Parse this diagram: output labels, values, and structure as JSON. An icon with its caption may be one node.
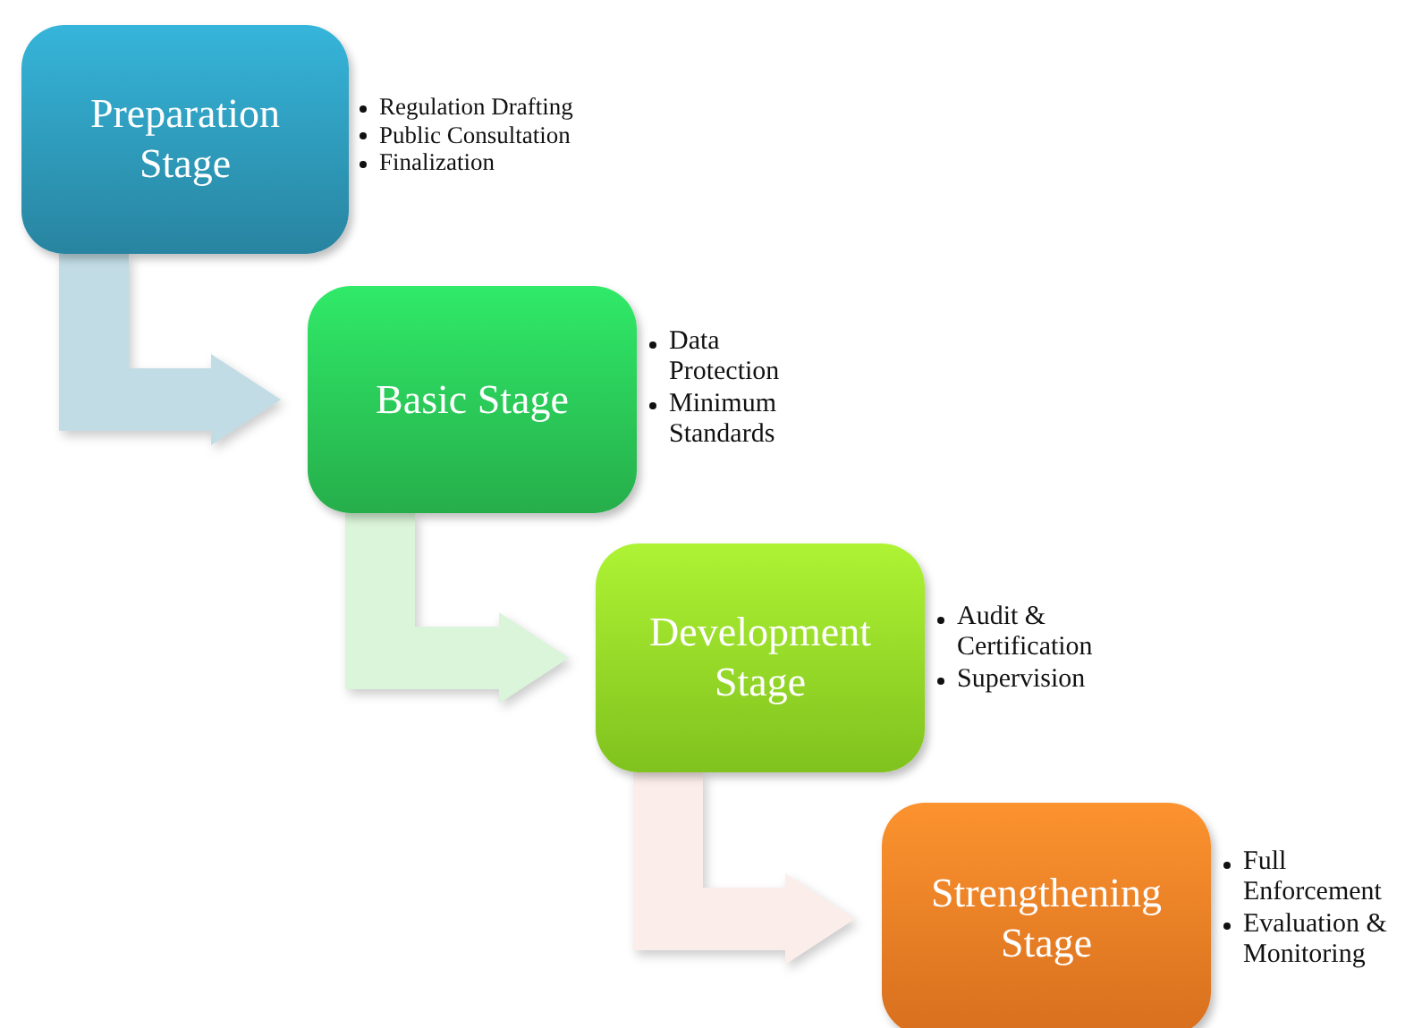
{
  "diagram": {
    "nodes": [
      {
        "text": [
          "Preparation Stage"
        ],
        "beside": [
          "Regulation Drafting",
          "Public Consultation",
          "Finalization"
        ]
      },
      {
        "text": [
          "Basic Stage"
        ],
        "beside": [
          "Data Protection",
          "Minimum Standards"
        ]
      },
      {
        "text": [
          "Development Stage"
        ],
        "beside": [
          "Audit & Certification",
          "Supervision"
        ]
      },
      {
        "text": [
          "Strengthening Stage"
        ],
        "beside": [
          "Full Enforcement",
          "Evaluation & Monitoring"
        ]
      }
    ],
    "edges": [
      {
        "from": 0,
        "to": 1,
        "arrow": "to",
        "color": "#c2dce5"
      },
      {
        "from": 1,
        "to": 2,
        "arrow": "to",
        "color": "#daf5d9"
      },
      {
        "from": 2,
        "to": 3,
        "arrow": "to",
        "color": "#fbeeea"
      }
    ]
  }
}
